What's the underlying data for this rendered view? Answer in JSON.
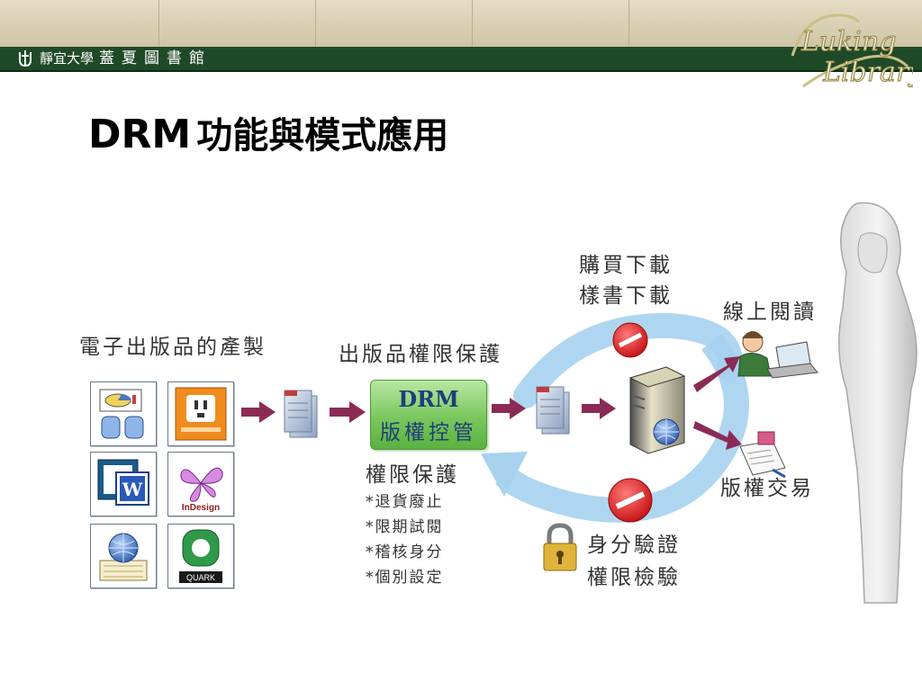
{
  "header": {
    "university": "靜宜大學",
    "library": "蓋夏圖書館",
    "logo_text_line1": "Luking",
    "logo_text_line2": "Library"
  },
  "title": {
    "latin": "DRM",
    "chinese": "功能與模式應用"
  },
  "diagram": {
    "production_label": "電子出版品的產製",
    "protection_label": "出版品權限保護",
    "drm_box": {
      "line1": "DRM",
      "line2": "版權控管"
    },
    "purchase_download": "購買下載",
    "sample_download": "樣書下載",
    "online_reading": "線上閱讀",
    "copyright_trade": "版權交易",
    "rights_protection": {
      "heading": "權限保護",
      "items": [
        "*退貨廢止",
        "*限期試閱",
        "*稽核身分",
        "*個別設定"
      ]
    },
    "identity_verification": "身分驗證",
    "rights_check": "權限檢驗",
    "source_icons": [
      "database-chart-icon",
      "power-outlet-icon",
      "visio-icon",
      "word-icon",
      "indesign-icon",
      "globe-document-icon",
      "quark-icon"
    ],
    "indesign_label": "InDesign",
    "quark_label": "QUARK",
    "colors": {
      "arrow": "#8b2b55",
      "cycle": "#9fcdea",
      "drm_green": "#79c75d",
      "header_green": "#1f4a28",
      "no_sign": "#d81e1e"
    }
  }
}
